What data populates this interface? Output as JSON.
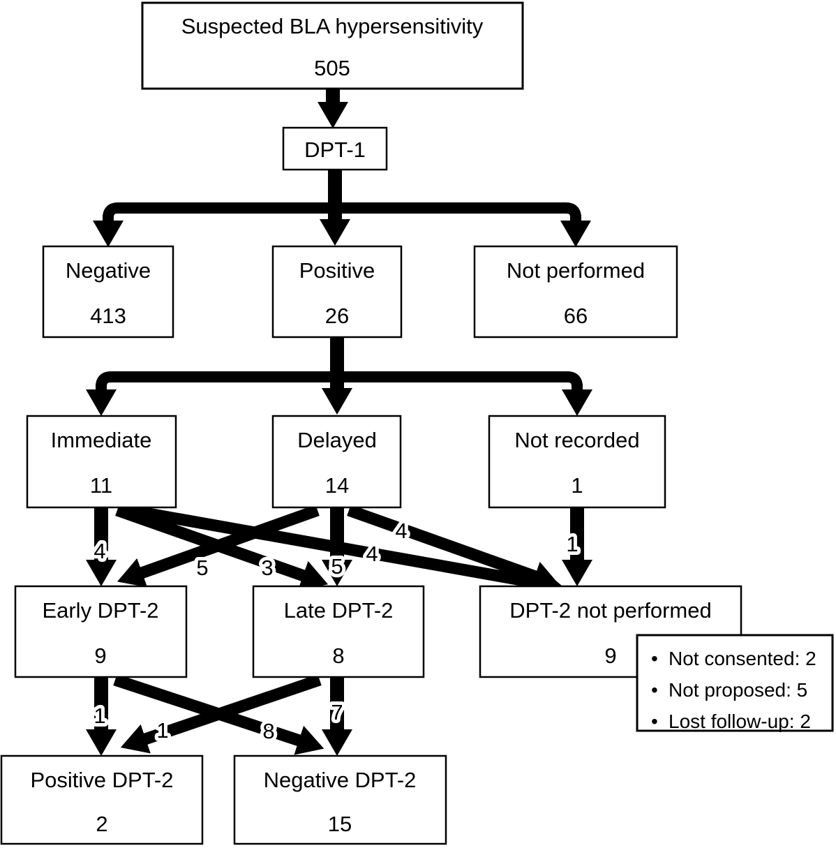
{
  "colors": {
    "ink": "#000000",
    "background": "#ffffff"
  },
  "nodes": {
    "suspected": {
      "label": "Suspected BLA hypersensitivity",
      "value": "505"
    },
    "dpt1": {
      "label": "DPT-1"
    },
    "negative": {
      "label": "Negative",
      "value": "413"
    },
    "positive": {
      "label": "Positive",
      "value": "26"
    },
    "not_performed": {
      "label": "Not performed",
      "value": "66"
    },
    "immediate": {
      "label": "Immediate",
      "value": "11"
    },
    "delayed": {
      "label": "Delayed",
      "value": "14"
    },
    "not_recorded": {
      "label": "Not recorded",
      "value": "1"
    },
    "early_dpt2": {
      "label": "Early DPT-2",
      "value": "9"
    },
    "late_dpt2": {
      "label": "Late DPT-2",
      "value": "8"
    },
    "dpt2_not_performed": {
      "label": "DPT-2 not performed",
      "value": "9"
    },
    "positive_dpt2": {
      "label": "Positive DPT-2",
      "value": "2"
    },
    "negative_dpt2": {
      "label": "Negative DPT-2",
      "value": "15"
    }
  },
  "edges": {
    "immediate_to_early": "4",
    "delayed_to_early": "5",
    "immediate_to_late": "3",
    "delayed_to_late": "5",
    "delayed_to_not_performed": "4",
    "immediate_to_not_performed": "4",
    "not_recorded_to_not_performed": "1",
    "early_to_positive": "1",
    "late_to_positive": "1",
    "early_to_negative": "8",
    "late_to_negative": "7"
  },
  "note": {
    "bullet": "•",
    "items": [
      "Not consented: 2",
      "Not proposed: 5",
      "Lost follow-up: 2"
    ]
  }
}
